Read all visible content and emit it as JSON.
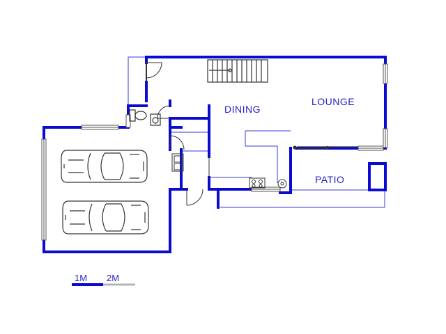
{
  "rooms": {
    "dining": "DINING",
    "lounge": "LOUNGE",
    "patio": "PATIO"
  },
  "scale_bar": {
    "label_1": "1M",
    "label_2": "2M"
  },
  "colors": {
    "wall": "#0a0ad2",
    "thin_line": "#3a3ad8",
    "label": "#2323c8",
    "fixture": "#333333",
    "scale_grey": "#b4b4b4"
  },
  "icons": [
    "car-icon",
    "car-icon",
    "staircase-icon",
    "toilet-icon",
    "basin-icon",
    "stove-icon",
    "sink-icon",
    "door-swing-icon",
    "window-icon"
  ]
}
